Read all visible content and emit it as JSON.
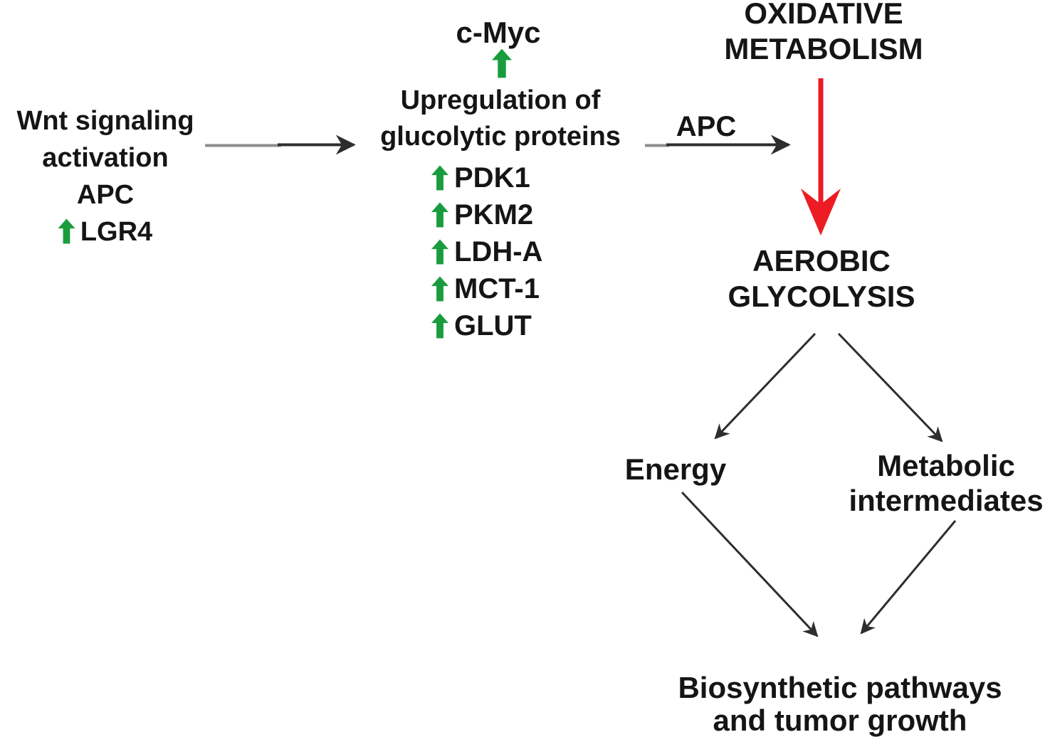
{
  "colors": {
    "arrow_green": "#1a9c3e",
    "arrow_red": "#ed1c24",
    "arrow_black": "#2e2e2e",
    "arrow_gray": "#8d8d8d",
    "text": "#151515"
  },
  "wnt_block": {
    "line1": "Wnt signaling",
    "line2": "activation",
    "line3": "APC",
    "line4_label": "LGR4"
  },
  "cmyc_label": "c-Myc",
  "upregulation": {
    "line1": "Upregulation of",
    "line2": "glucolytic proteins"
  },
  "proteins": [
    {
      "label": "PDK1"
    },
    {
      "label": "PKM2"
    },
    {
      "label": "LDH-A"
    },
    {
      "label": "MCT-1"
    },
    {
      "label": "GLUT"
    }
  ],
  "apc_arrow_label": "APC",
  "oxidative": {
    "line1": "OXIDATIVE",
    "line2": "METABOLISM"
  },
  "aerobic": {
    "line1": "AEROBIC",
    "line2": "GLYCOLYSIS"
  },
  "energy_label": "Energy",
  "metabolic": {
    "line1": "Metabolic",
    "line2": "intermediates"
  },
  "biosynthetic": {
    "line1": "Biosynthetic pathways",
    "line2": "and tumor growth"
  }
}
